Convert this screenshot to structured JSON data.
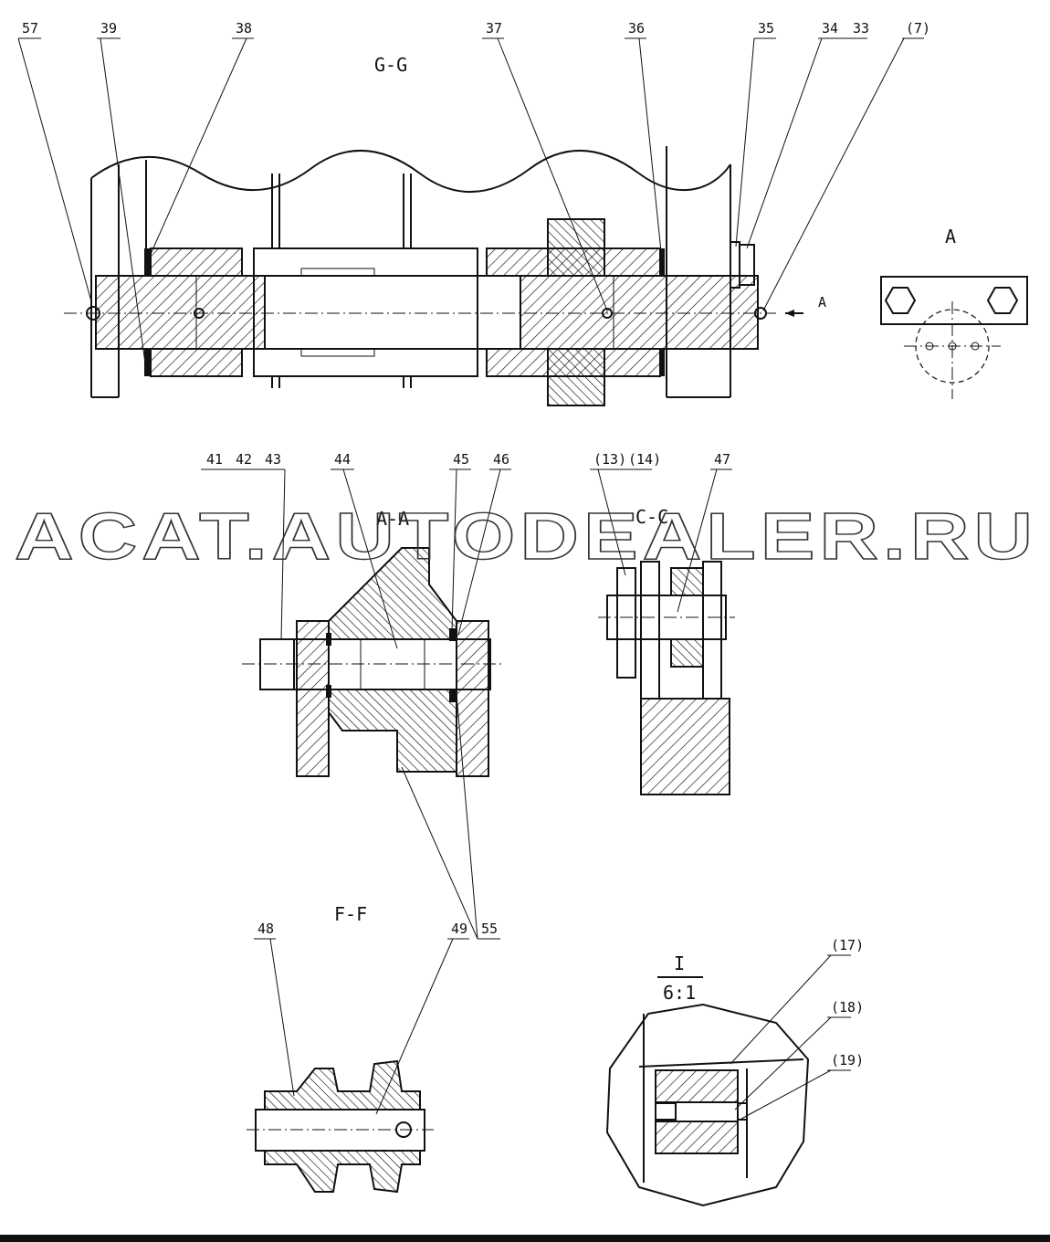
{
  "views": {
    "gg": {
      "title": "G-G",
      "side_arrow": "A"
    },
    "a": {
      "title": "A"
    },
    "aa": {
      "title": "A-A"
    },
    "cc": {
      "title": "C-C"
    },
    "ff": {
      "title": "F-F"
    },
    "detail": {
      "title": "I",
      "scale": "6:1"
    }
  },
  "callouts_gg": [
    "57",
    "39",
    "38",
    "37",
    "36",
    "35",
    "34",
    "33",
    "(7)"
  ],
  "callouts_aa": [
    "41",
    "42",
    "43",
    "44",
    "45",
    "46",
    "55"
  ],
  "callouts_cc": [
    "(13)",
    "(14)",
    "47"
  ],
  "callouts_ff": [
    "48",
    "49"
  ],
  "callouts_detail": [
    "(17)",
    "(18)",
    "(19)"
  ],
  "watermark": "ACAT.AUTODEALER.RU",
  "colors": {
    "ink": "#111111",
    "paper": "#ffffff"
  }
}
